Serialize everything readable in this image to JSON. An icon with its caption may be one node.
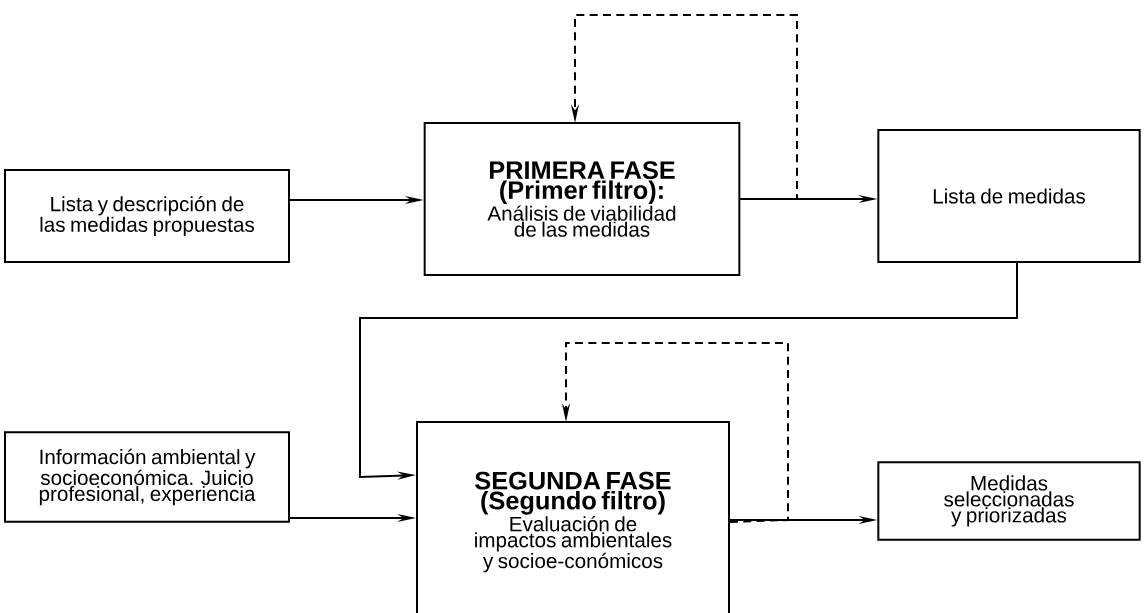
{
  "diagram": {
    "nodes": [
      {
        "text": [
          "Lista y descripción de las medidas propuestas"
        ]
      },
      {
        "text": [
          "PRIMERA FASE (Primer filtro):",
          "Análisis de viabilidad de las medidas"
        ]
      },
      {
        "text": [
          "Lista de medidas"
        ]
      },
      {
        "text": [
          "Información ambiental y socioeconómica. Juicio profesional, experiencia"
        ]
      },
      {
        "text": [
          "SEGUNDA FASE (Segundo filtro)",
          "Evaluación de impactos ambientales y socioe-conómicos"
        ]
      },
      {
        "text": [
          "Medidas seleccionadas y priorizadas"
        ]
      }
    ],
    "edges": [
      {
        "from": 0,
        "to": 1,
        "arrow": "to"
      },
      {
        "from": 1,
        "to": 2,
        "arrow": "to"
      },
      {
        "from": 1,
        "to": 1,
        "arrow": "to",
        "style": "dashed"
      },
      {
        "from": 2,
        "to": 4,
        "arrow": "to"
      },
      {
        "from": 3,
        "to": 4,
        "arrow": "to"
      },
      {
        "from": 4,
        "to": 5,
        "arrow": "to"
      },
      {
        "from": 4,
        "to": 4,
        "arrow": "to",
        "style": "dashed"
      }
    ]
  }
}
